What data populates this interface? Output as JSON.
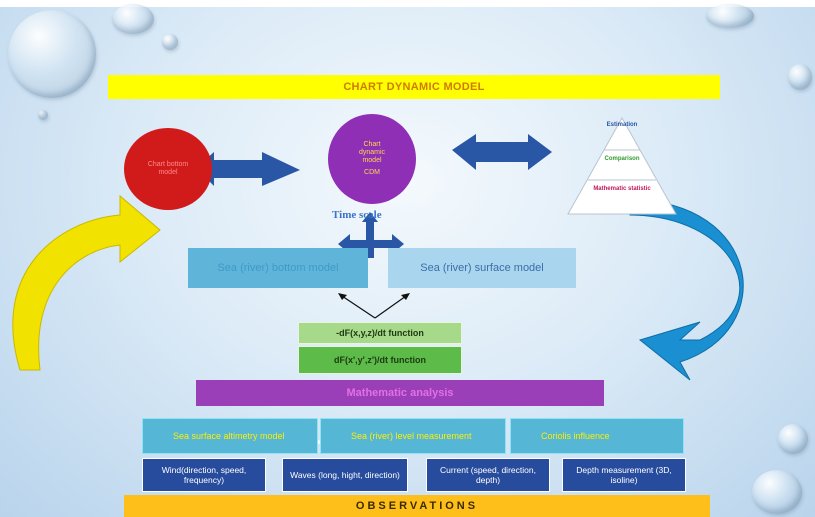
{
  "title": "CHART DYNAMIC MODEL",
  "left_node": {
    "label": "Chart bottom model"
  },
  "center_node": {
    "label": "Chart dynamic model",
    "abbr": "CDM"
  },
  "time_scale": "Time scale",
  "pyramid": {
    "levels": [
      "Estimation",
      "Comparison",
      "Mathematic statistic"
    ]
  },
  "bottom_model": "Sea (river) bottom model",
  "surface_model": "Sea (river) surface model",
  "functions": [
    "-dF(x,y,z)/dt  function",
    "dF(x',y',z')/dt   function"
  ],
  "math_processing": "Mathematic analysis",
  "observations_top": [
    "Sea surface altimetry model",
    "Sea (river) level measurement",
    "Coriolis influence"
  ],
  "observations_bottom": [
    "Wind(direction, speed, frequency)",
    "Waves (long, hight, direction)",
    "Current (speed, direction, depth)",
    "Depth measurement (3D, isoline)"
  ],
  "observations_title": "OBSERVATIONS",
  "colors": {
    "banner": "#ffff00",
    "left_node": "#d11a1a",
    "center_node": "#8e2fb6",
    "arrow_blue": "#2a56a6",
    "yellow_curve": "#f2e200",
    "blue_curve": "#1a8fd1",
    "green_box": "#5dbb4a",
    "processing": "#9b3fb8",
    "obs_bar": "#ffbf1a"
  }
}
